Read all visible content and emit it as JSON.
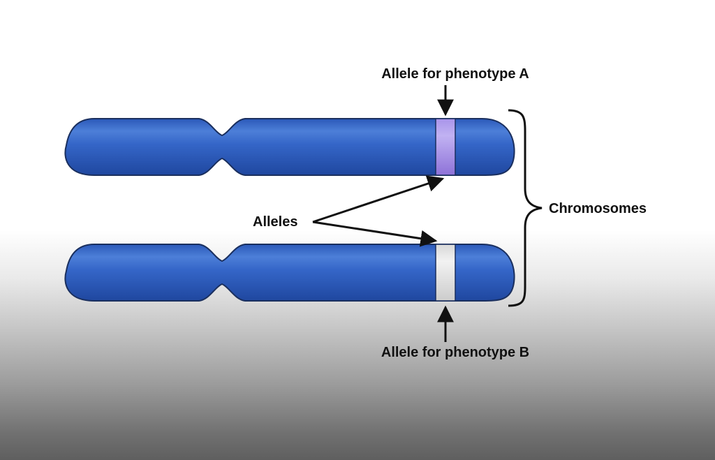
{
  "labels": {
    "allele_a": "Allele for phenotype A",
    "allele_b": "Allele for phenotype B",
    "alleles": "Alleles",
    "chromosomes": "Chromosomes"
  },
  "colors": {
    "chromosome": "#2f62c4",
    "chromosome_dark": "#1d3f8f",
    "chromosome_highlight": "#6f9ae6",
    "allele_a_band": "#a48be6",
    "allele_b_band": "#e4e4e4",
    "line": "#111111"
  }
}
